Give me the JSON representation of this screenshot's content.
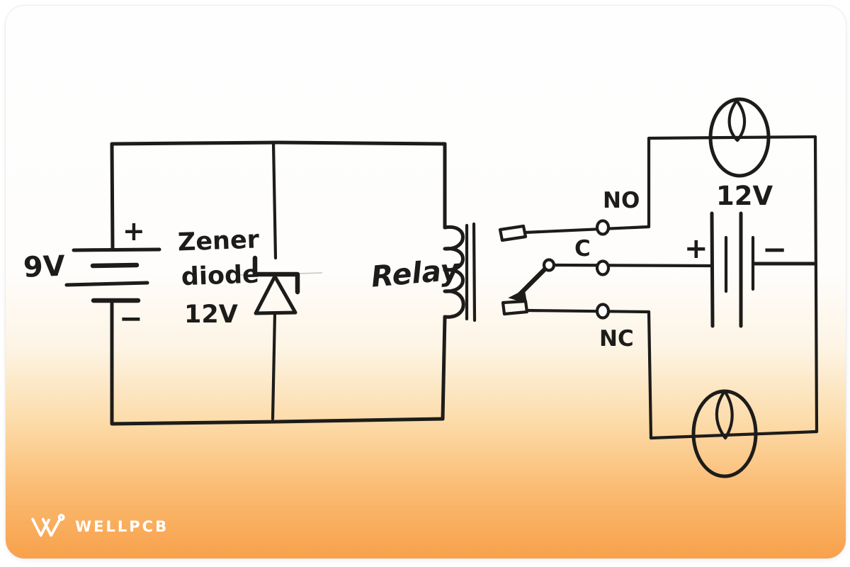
{
  "theme": {
    "ink": "#1d1c1a",
    "card_top": "#fefefe",
    "accent_orange_bottom": "#f8a14b",
    "logo_color": "#ffffff"
  },
  "diagram": {
    "battery_9v": {
      "label": "9V",
      "plus": "+",
      "minus": "−"
    },
    "zener": {
      "line1": "Zener",
      "line2": "diode",
      "line3": "12V"
    },
    "relay": {
      "label": "Relay"
    },
    "contacts": {
      "no": "NO",
      "c": "C",
      "nc": "NC"
    },
    "battery_12v": {
      "plus": "+",
      "minus": "−"
    },
    "lamp_top": {
      "label": "12V"
    }
  },
  "icons": {
    "logo_mark": "wellpcb-w-icon",
    "coil": "relay-coil-icon",
    "lamps": "lamp-icon"
  },
  "footer": {
    "brand": "WELLPCB"
  }
}
